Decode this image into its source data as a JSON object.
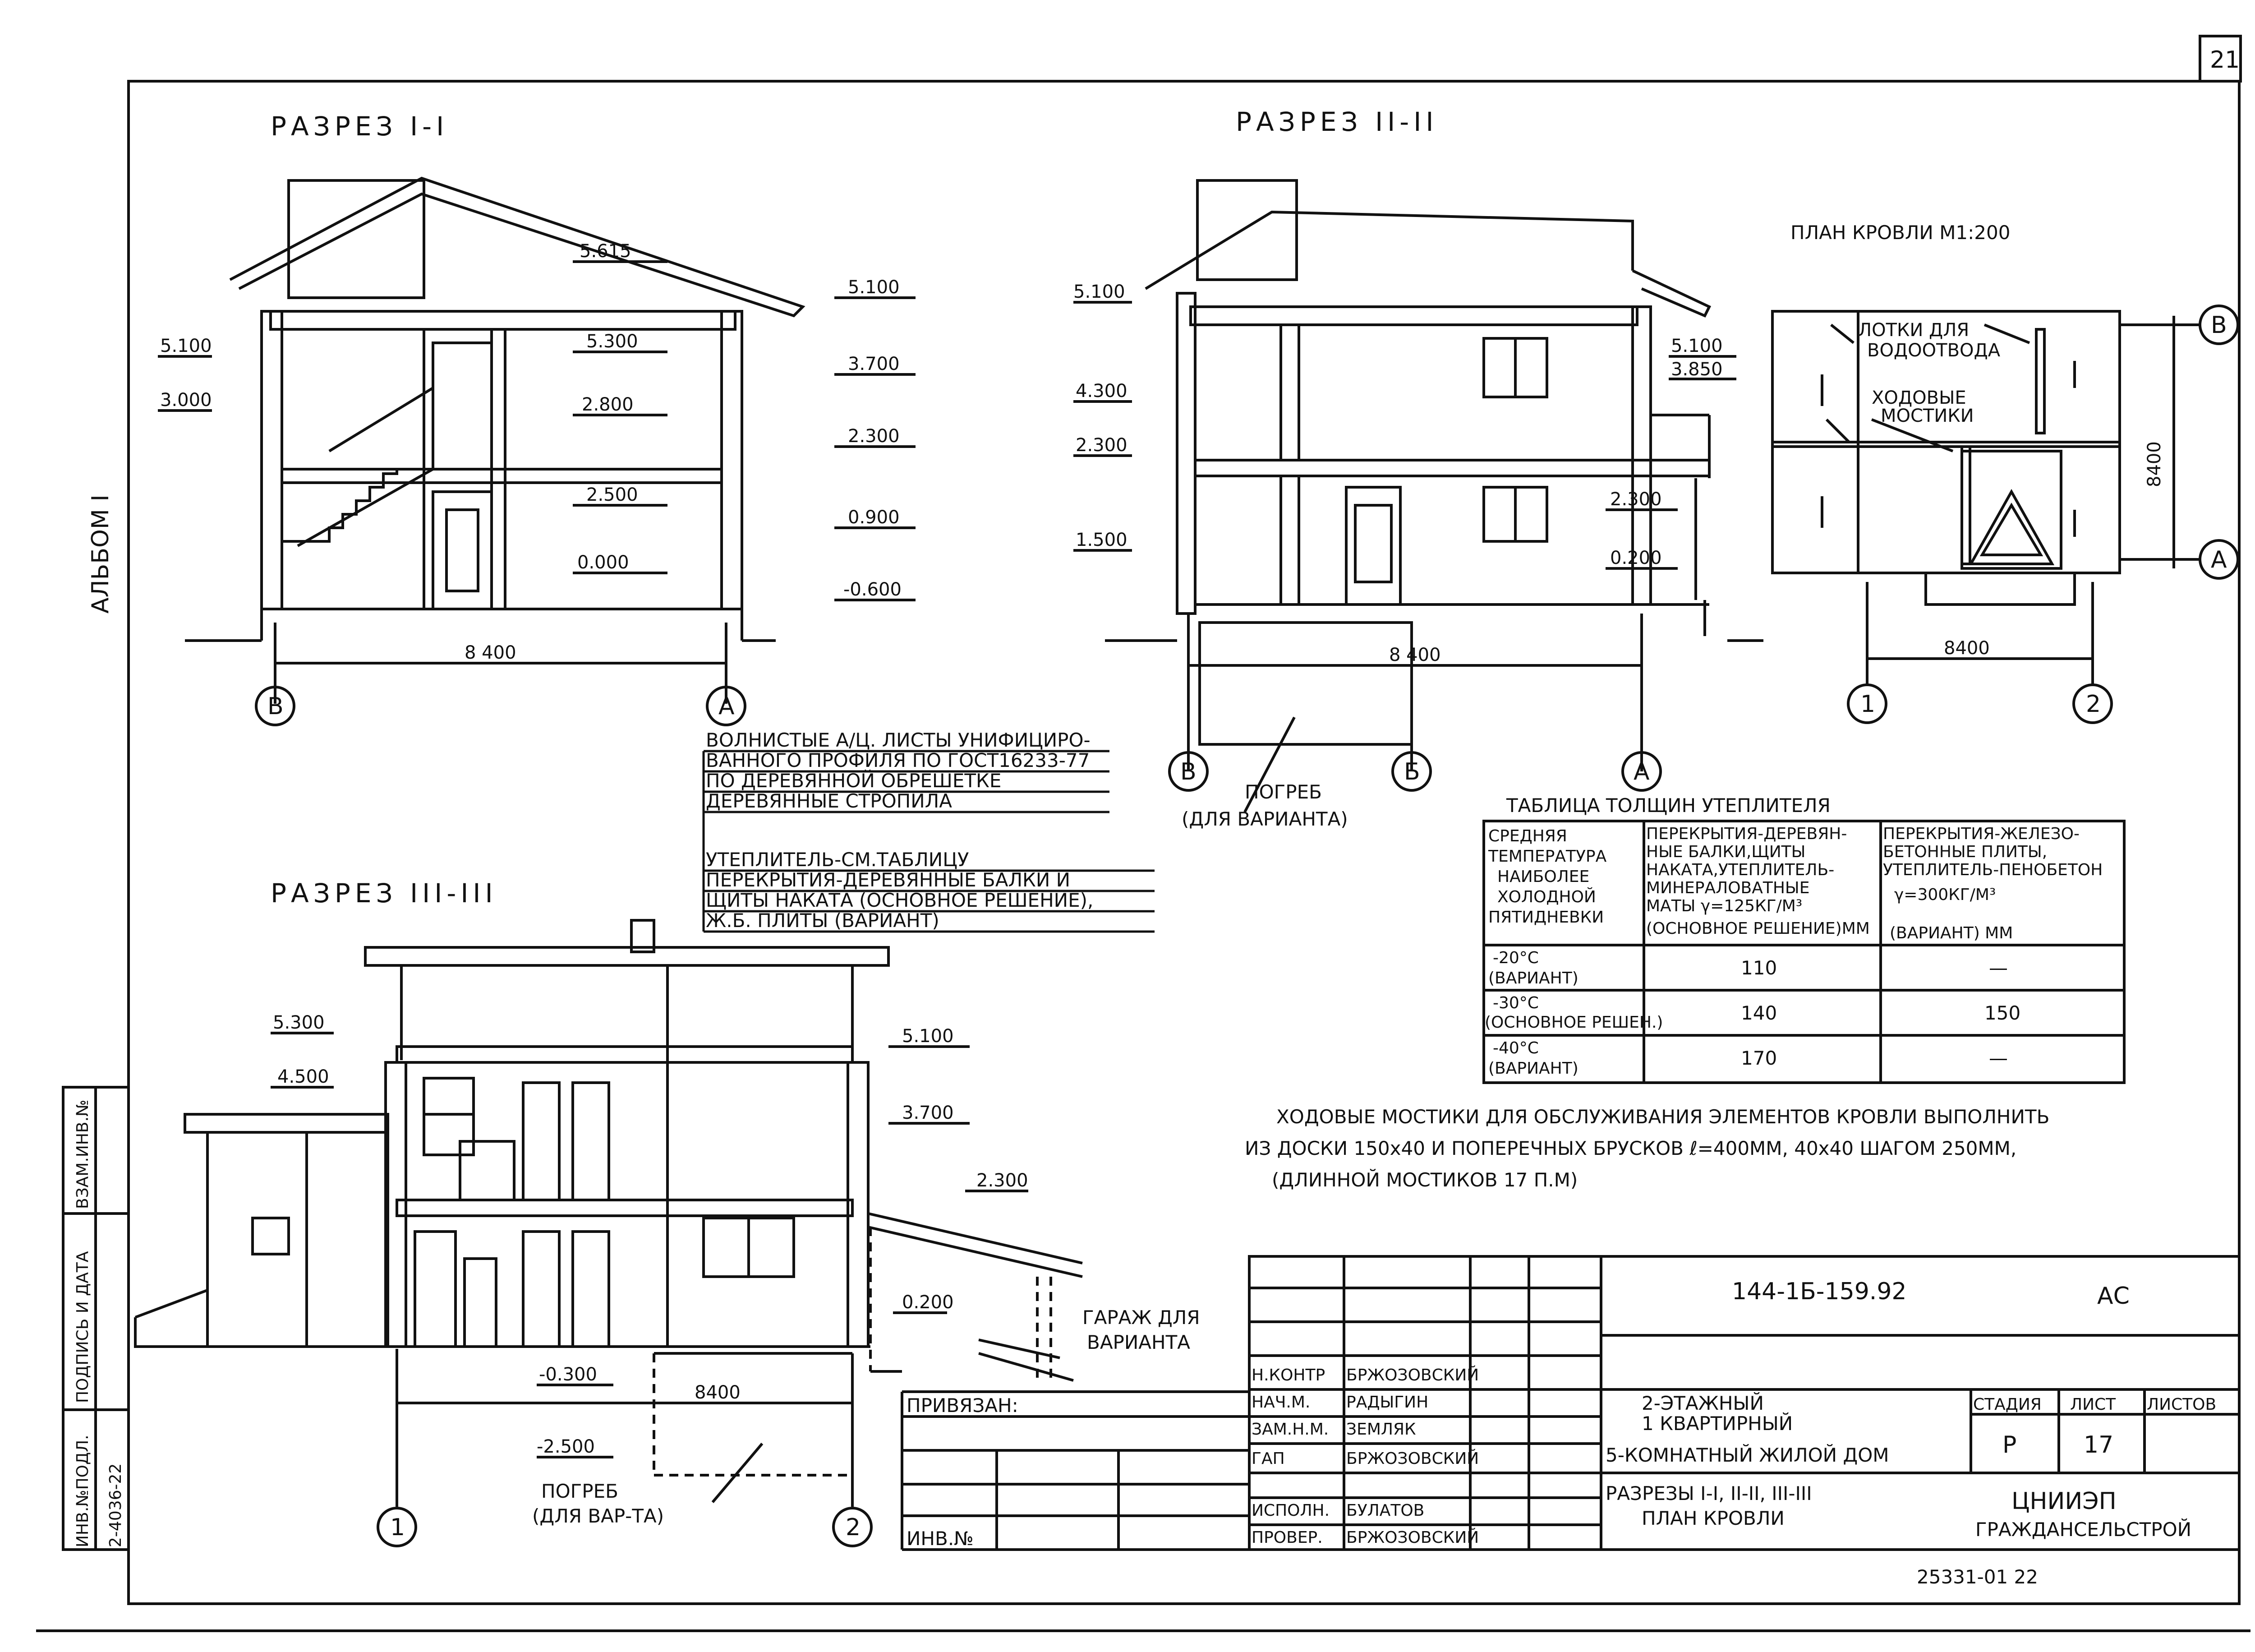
{
  "sheet": {
    "page_number": "21",
    "album_label": "АЛЬБОМ I"
  },
  "section1": {
    "title": "РАЗРЕЗ  I-I",
    "marks": [
      "5.615",
      "5.100",
      "5.300",
      "5.100",
      "3.700",
      "3.000",
      "2.800",
      "2.300",
      "2.500",
      "0.900",
      "0.000",
      "-0.600"
    ],
    "width": "8 400",
    "axes": [
      "В",
      "А"
    ]
  },
  "section2": {
    "title": "РАЗРЕЗ  II-II",
    "marks": [
      "5.100",
      "5.100",
      "3.850",
      "4.300",
      "2.300",
      "2.300",
      "1.500",
      "0.200"
    ],
    "width": "8 400",
    "axes": [
      "В",
      "Б",
      "А"
    ],
    "cellar": "ПОГРЕБ",
    "cellar_note": "(ДЛЯ ВАРИАНТА)"
  },
  "section3": {
    "title": "РАЗРЕЗ  III-III",
    "marks": [
      "5.300",
      "4.500",
      "5.100",
      "3.700",
      "2.300",
      "0.200",
      "-0.300",
      "-2.500"
    ],
    "width": "8400",
    "axes": [
      "1",
      "2"
    ],
    "cellar": "ПОГРЕБ",
    "cellar_note": "(ДЛЯ ВАР-ТА)",
    "garage": "ГАРАЖ ДЛЯ",
    "garage2": "ВАРИАНТА"
  },
  "roof_plan": {
    "title": "ПЛАН КРОВЛИ М1:200",
    "label_trays": "ЛОТКИ ДЛЯ",
    "label_trays2": "ВОДООТВОДА",
    "label_walkways": "ХОДОВЫЕ",
    "label_walkways2": "МОСТИКИ",
    "dim_vertical": "8400",
    "dim_horizontal": "8400",
    "axes_rows": [
      "В",
      "А"
    ],
    "axes_cols": [
      "1",
      "2"
    ]
  },
  "roof_notes": [
    "ВОЛНИСТЫЕ А/Ц. ЛИСТЫ УНИФИЦИРО-",
    "ВАННОГО ПРОФИЛЯ ПО ГОСТ16233-77",
    "ПО ДЕРЕВЯННОЙ ОБРЕШЕТКЕ",
    "ДЕРЕВЯННЫЕ СТРОПИЛА",
    "УТЕПЛИТЕЛЬ-СМ.ТАБЛИЦУ",
    "ПЕРЕКРЫТИЯ-ДЕРЕВЯННЫЕ БАЛКИ И",
    "ЩИТЫ НАКАТА (ОСНОВНОЕ РЕШЕНИЕ),",
    "Ж.Б. ПЛИТЫ (ВАРИАНТ)"
  ],
  "insulation_table": {
    "title": "ТАБЛИЦА  ТОЛЩИН  УТЕПЛИТЕЛЯ",
    "header_col1": [
      "СРЕДНЯЯ",
      "ТЕМПЕРАТУРА",
      "НАИБОЛЕЕ",
      "ХОЛОДНОЙ",
      "ПЯТИДНЕВКИ"
    ],
    "header_col2": [
      "ПЕРЕКРЫТИЯ-ДЕРЕВЯН-",
      "НЫЕ БАЛКИ,ЩИТЫ",
      "НАКАТА,УТЕПЛИТЕЛЬ-",
      "МИНЕРАЛОВАТНЫЕ",
      "МАТЫ γ=125КГ/М³",
      "(ОСНОВНОЕ РЕШЕНИЕ)ММ"
    ],
    "header_col3": [
      "ПЕРЕКРЫТИЯ-ЖЕЛЕЗО-",
      "БЕТОННЫЕ ПЛИТЫ,",
      "УТЕПЛИТЕЛЬ-ПЕНОБЕТОН",
      "γ=300КГ/М³",
      "(ВАРИАНТ) ММ"
    ],
    "rows": [
      {
        "t1": "-20°С",
        "t2": "(ВАРИАНТ)",
        "a": "110",
        "b": "—"
      },
      {
        "t1": "-30°С",
        "t2": "(ОСНОВНОЕ РЕШЕН.)",
        "a": "140",
        "b": "150"
      },
      {
        "t1": "-40°С",
        "t2": "(ВАРИАНТ)",
        "a": "170",
        "b": "—"
      }
    ]
  },
  "walkway_note": [
    "ХОДОВЫЕ МОСТИКИ ДЛЯ ОБСЛУЖИВАНИЯ ЭЛЕМЕНТОВ КРОВЛИ ВЫПОЛНИТЬ",
    "ИЗ ДОСКИ 150х40 И ПОПЕРЕЧНЫХ БРУСКОВ ℓ=400ММ, 40х40 ШАГОМ 250ММ,",
    "(ДЛИННОЙ МОСТИКОВ 17 П.М)"
  ],
  "title_block": {
    "code": "144-1Б-159.92",
    "mark": "АС",
    "bound_label": "ПРИВЯЗАН:",
    "inv_label": "ИНВ.№",
    "roles": [
      {
        "role": "Н.КОНТР",
        "name": "БРЖОЗОВСКИЙ"
      },
      {
        "role": "НАЧ.М.",
        "name": "РАДЫГИН"
      },
      {
        "role": "ЗАМ.Н.М.",
        "name": "ЗЕМЛЯК"
      },
      {
        "role": "ГАП",
        "name": "БРЖОЗОВСКИЙ"
      },
      {
        "role": "",
        "name": ""
      },
      {
        "role": "ИСПОЛН.",
        "name": "БУЛАТОВ"
      },
      {
        "role": "ПРОВЕР.",
        "name": "БРЖОЗОВСКИЙ"
      }
    ],
    "project_title": [
      "2-ЭТАЖНЫЙ",
      "1 КВАРТИРНЫЙ",
      "5-КОМНАТНЫЙ ЖИЛОЙ ДОМ"
    ],
    "sheet_title": [
      "РАЗРЕЗЫ I-I, II-II, III-III",
      "ПЛАН КРОВЛИ"
    ],
    "stage_header": "СТАДИЯ",
    "sheet_header": "ЛИСТ",
    "sheets_header": "ЛИСТОВ",
    "stage": "Р",
    "sheet_no": "17",
    "org1": "ЦНИИЭП",
    "org2": "ГРАЖДАНСЕЛЬСТРОЙ"
  },
  "stamp": {
    "inv_header": "ИНВ.№ПОДЛ.",
    "sign_header": "ПОДПИСЬ И ДАТА",
    "replace_header": "ВЗАМ.ИНВ.№",
    "inv_value": "2-4036-22"
  },
  "footer_code": "25331-01  22"
}
